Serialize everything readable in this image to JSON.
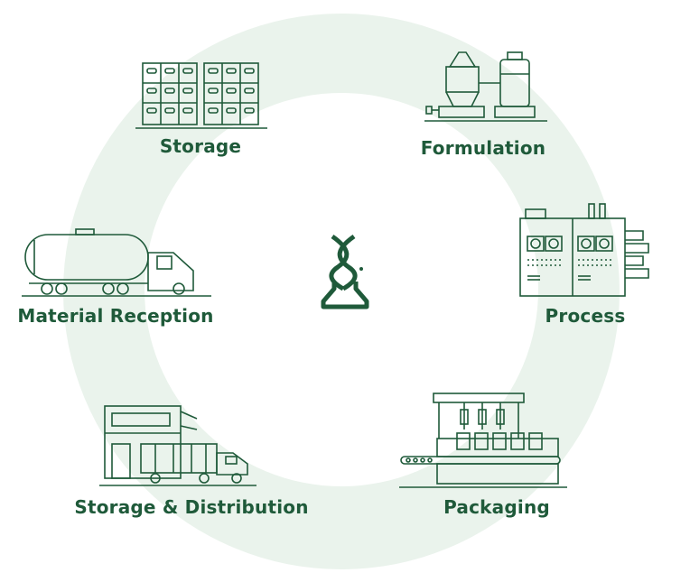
{
  "diagram": {
    "stages": [
      {
        "id": "storage",
        "label": "Storage",
        "icon": "pallet-crates-icon"
      },
      {
        "id": "formulation",
        "label": "Formulation",
        "icon": "mixing-tanks-icon"
      },
      {
        "id": "process",
        "label": "Process",
        "icon": "control-panel-icon"
      },
      {
        "id": "packaging",
        "label": "Packaging",
        "icon": "filling-machine-icon"
      },
      {
        "id": "storage-distribution",
        "label": "Storage & Distribution",
        "icon": "warehouse-truck-icon"
      },
      {
        "id": "material-reception",
        "label": "Material Reception",
        "icon": "tanker-truck-icon"
      }
    ],
    "center_icon": "dna-flask-logo-icon"
  },
  "colors": {
    "primary": "#1f5a3a",
    "ring": "#eaf3ec",
    "background": "#ffffff"
  }
}
